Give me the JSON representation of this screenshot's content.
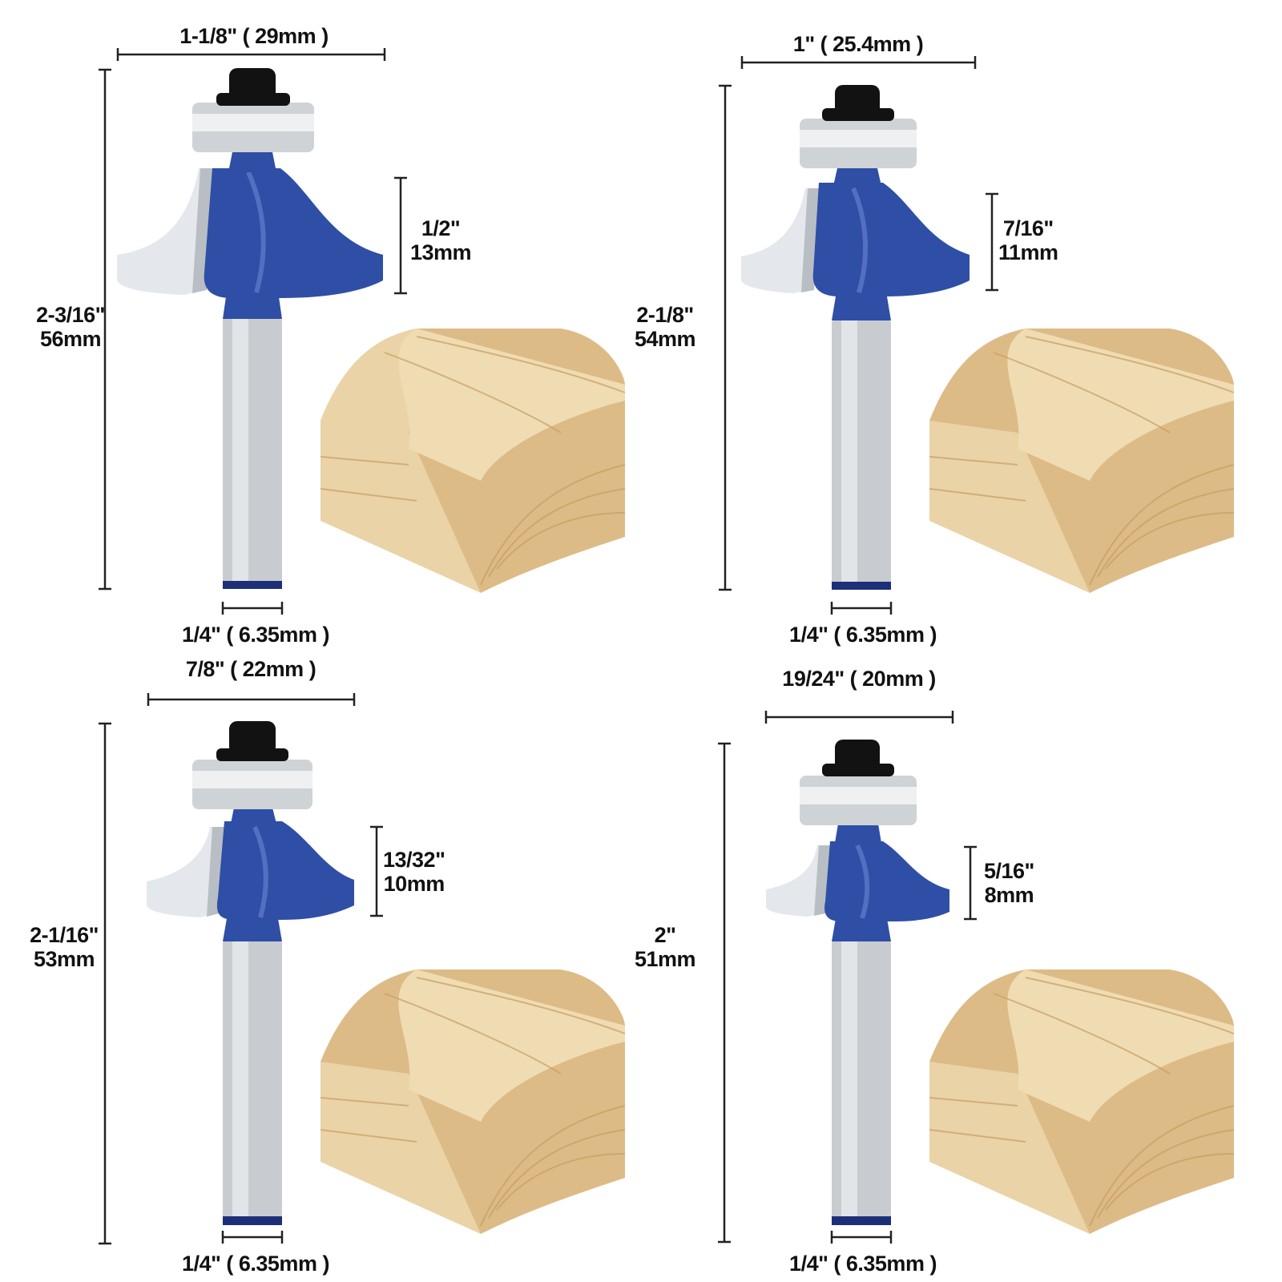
{
  "colors": {
    "bit_blue": "#2f4fa6",
    "bit_blue_dark": "#1d2f78",
    "bit_blue_light": "#6c86d4",
    "carbide": "#e4e8ec",
    "shank": "#c8ccd0",
    "bearing": "#cfd3d6",
    "nut": "#121212",
    "wood_face": "#ead3a7",
    "wood_end": "#ddbb86",
    "wood_grain": "#c89e63",
    "dim_line": "#222222"
  },
  "panels": [
    {
      "id": "top-left",
      "overall_width": "1-1/8\" ( 29mm )",
      "overall_height": {
        "inch": "2-3/16\"",
        "mm": "56mm"
      },
      "cut_height": {
        "inch": "1/2\"",
        "mm": "13mm"
      },
      "shank_diameter": "1/4\" ( 6.35mm )"
    },
    {
      "id": "top-right",
      "overall_width": "1\" ( 25.4mm )",
      "overall_height": {
        "inch": "2-1/8\"",
        "mm": "54mm"
      },
      "cut_height": {
        "inch": "7/16\"",
        "mm": "11mm"
      },
      "shank_diameter": "1/4\" ( 6.35mm )"
    },
    {
      "id": "bottom-left",
      "overall_width": "7/8\" ( 22mm )",
      "overall_height": {
        "inch": "2-1/16\"",
        "mm": "53mm"
      },
      "cut_height": {
        "inch": "13/32\"",
        "mm": "10mm"
      },
      "shank_diameter": "1/4\" ( 6.35mm )"
    },
    {
      "id": "bottom-right",
      "overall_width": "19/24\" ( 20mm )",
      "overall_height": {
        "inch": "2\"",
        "mm": "51mm"
      },
      "cut_height": {
        "inch": "5/16\"",
        "mm": "8mm"
      },
      "shank_diameter": "1/4\" ( 6.35mm )"
    }
  ]
}
